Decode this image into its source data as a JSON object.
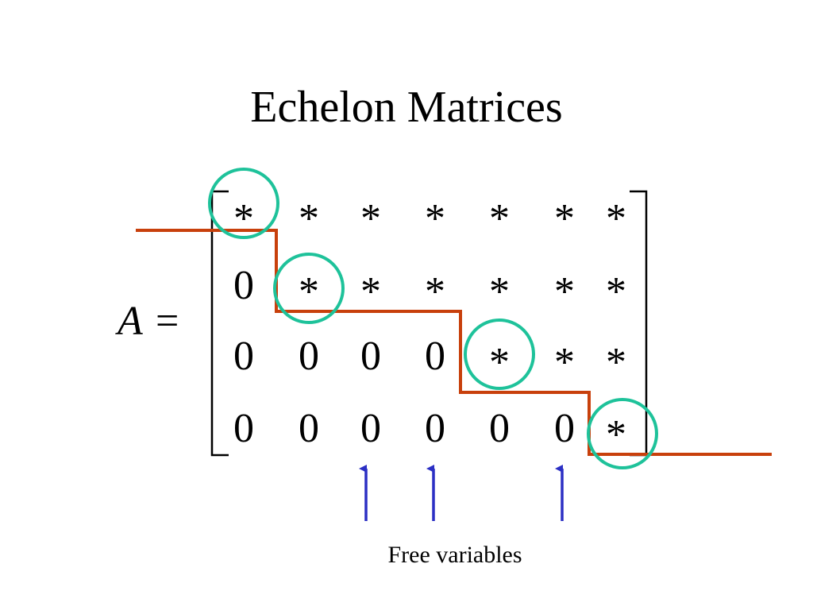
{
  "slide": {
    "title": "Echelon Matrices"
  },
  "equation": {
    "lhs_symbol": "A",
    "equals": "="
  },
  "matrix": {
    "rows": [
      [
        "*",
        "*",
        "*",
        "*",
        "*",
        "*",
        "*"
      ],
      [
        "0",
        "*",
        "*",
        "*",
        "*",
        "*",
        "*"
      ],
      [
        "0",
        "0",
        "0",
        "0",
        "*",
        "*",
        "*"
      ],
      [
        "0",
        "0",
        "0",
        "0",
        "0",
        "0",
        "*"
      ]
    ],
    "pivots": [
      {
        "row": 0,
        "col": 0
      },
      {
        "row": 1,
        "col": 1
      },
      {
        "row": 2,
        "col": 4
      },
      {
        "row": 3,
        "col": 6
      }
    ],
    "free_variable_columns": [
      2,
      3,
      5
    ]
  },
  "annotation": {
    "caption": "Free variables"
  },
  "colors": {
    "staircase": "#c8400c",
    "pivot_circle": "#1ec29a",
    "arrow": "#2b2fc4",
    "text": "#000000"
  }
}
